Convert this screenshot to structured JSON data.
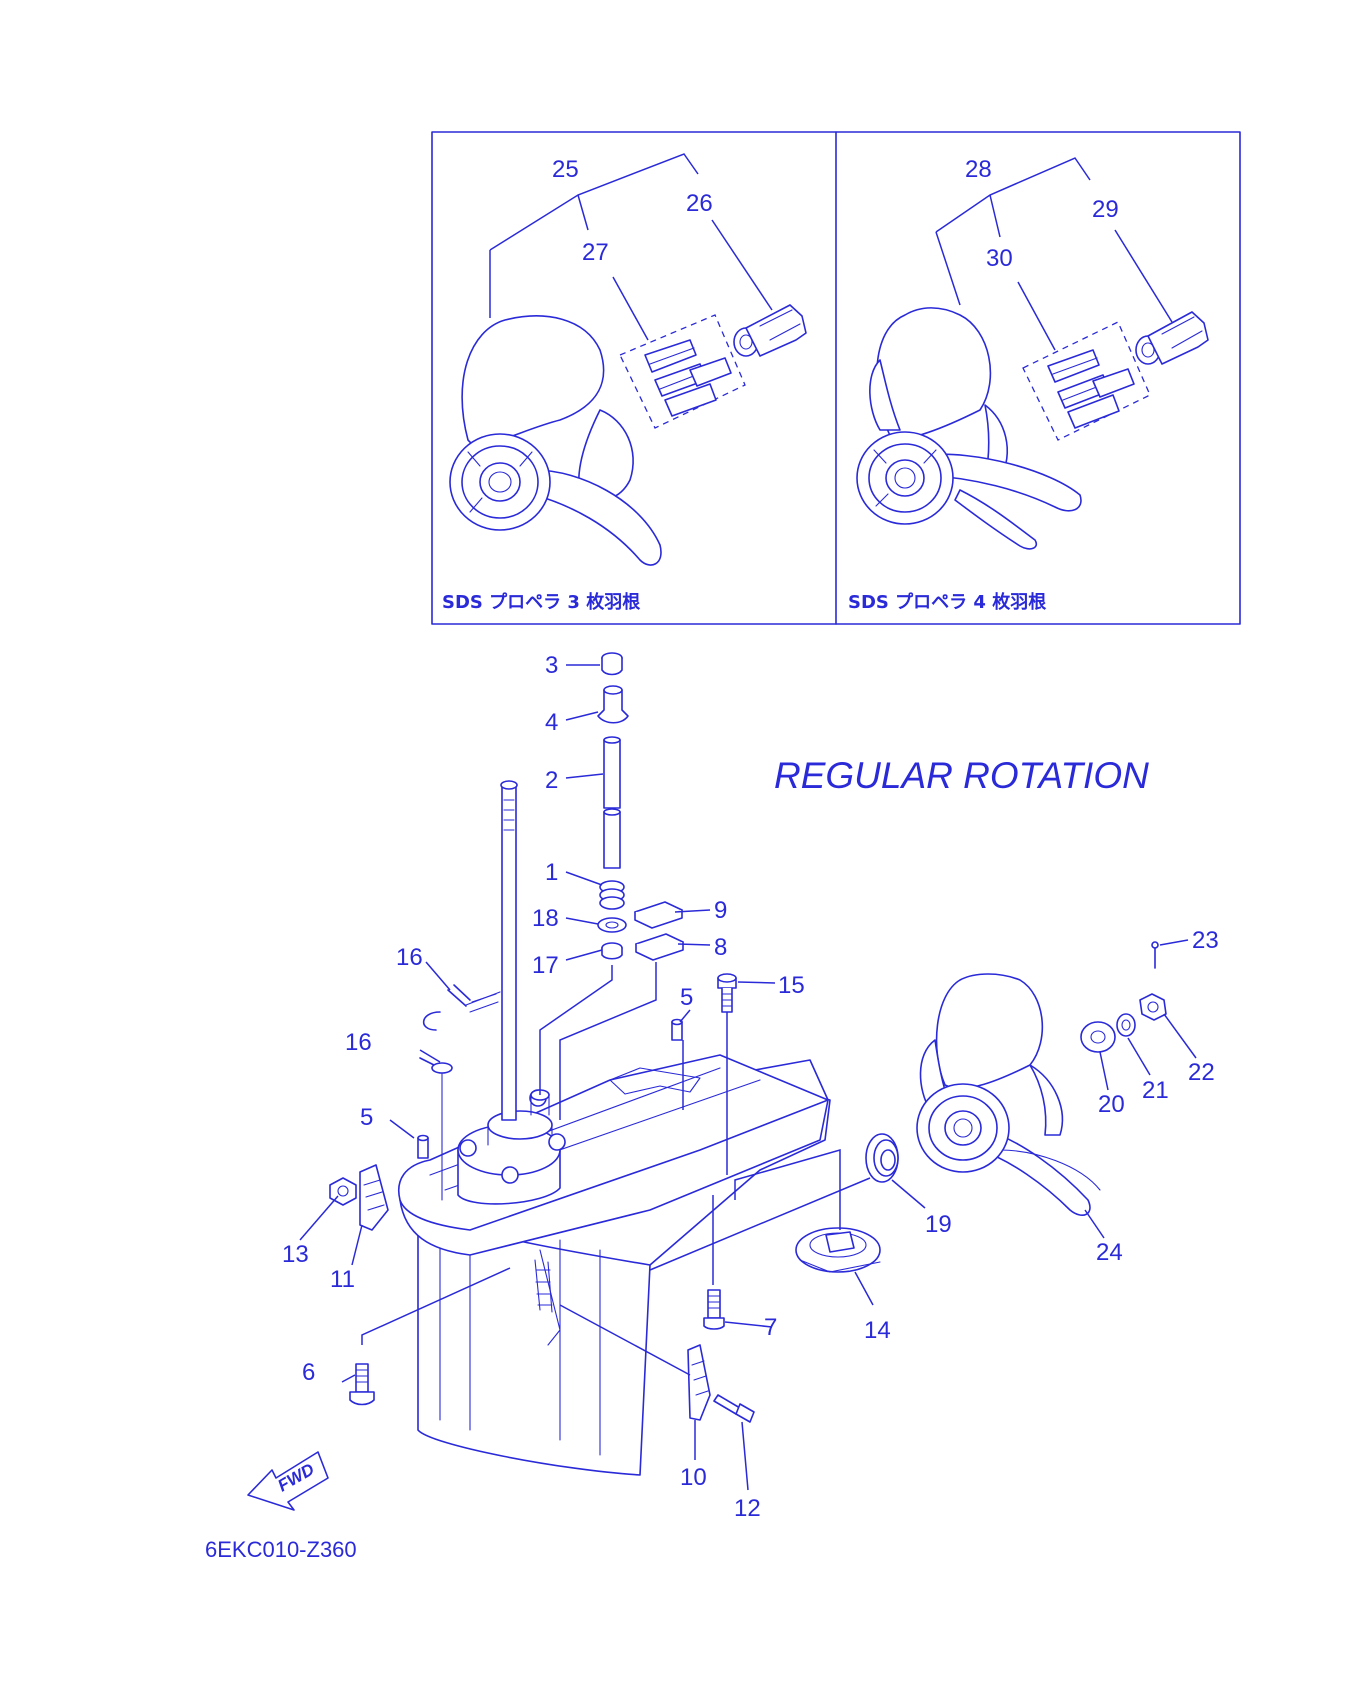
{
  "title": "REGULAR ROTATION",
  "diagram_code": "6EKC010-Z360",
  "fwd_label": "FWD",
  "inset_left_caption": "SDS プロペラ 3 枚羽根",
  "inset_right_caption": "SDS プロペラ 4 枚羽根",
  "labels": {
    "p25": "25",
    "p26": "26",
    "p27": "27",
    "p28": "28",
    "p29": "29",
    "p30": "30",
    "p3": "3",
    "p4": "4",
    "p2": "2",
    "p1": "1",
    "p18": "18",
    "p17": "17",
    "p9": "9",
    "p8": "8",
    "p16a": "16",
    "p16b": "16",
    "p15": "15",
    "p5a": "5",
    "p5b": "5",
    "p23": "23",
    "p22": "22",
    "p21": "21",
    "p20": "20",
    "p13": "13",
    "p11": "11",
    "p19": "19",
    "p24": "24",
    "p14": "14",
    "p7": "7",
    "p6": "6",
    "p10": "10",
    "p12": "12"
  }
}
